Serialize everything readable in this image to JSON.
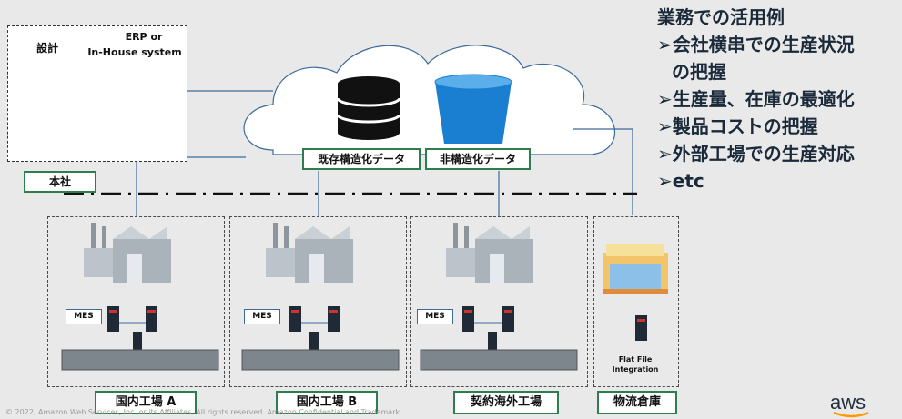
{
  "headquarters": {
    "design_label": "設計",
    "erp_label_line1": "ERP or",
    "erp_label_line2": "In-House system",
    "site_label": "本社"
  },
  "cloud": {
    "structured_data_label": "既存構造化データ",
    "unstructured_data_label": "非構造化データ"
  },
  "use_cases": {
    "title": "業務での活用例",
    "items": [
      "➢会社横串での生産状況",
      "の把握",
      "➢生産量、在庫の最適化",
      "➢製品コストの把握",
      "➢外部工場での生産対応",
      "➢etc"
    ]
  },
  "sites": [
    {
      "label": "国内工場 A",
      "mes_label": "MES"
    },
    {
      "label": "国内工場 B",
      "mes_label": "MES"
    },
    {
      "label": "契約海外工場",
      "mes_label": "MES"
    },
    {
      "label": "物流倉庫",
      "integration_line1": "Flat File",
      "integration_line2": "Integration"
    }
  ],
  "footer": {
    "copyright": "© 2022, Amazon Web Services, Inc. or its Affiliates. All rights reserved. Amazon Confidential and Trademark",
    "logo": "aws"
  },
  "colors": {
    "accent_green": "#2e7d4f",
    "line_blue": "#3b6a9a",
    "bucket_blue": "#1a7fd0"
  }
}
